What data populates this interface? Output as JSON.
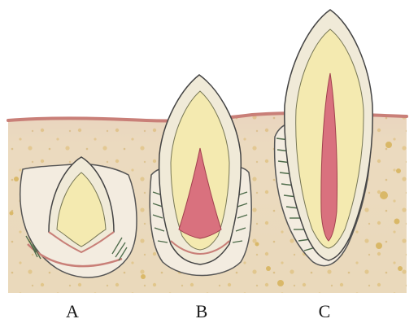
{
  "figure": {
    "labels": [
      "A",
      "B",
      "C"
    ]
  },
  "colors": {
    "paper": "#ffffff",
    "bone": "#ead9bb",
    "gum_edge": "#c97f78",
    "enamel": "#f0ead8",
    "dentin": "#f4eab0",
    "pulp": "#d9717e",
    "fibers": "#4d6b4a",
    "speckle": "#d7b35a"
  }
}
